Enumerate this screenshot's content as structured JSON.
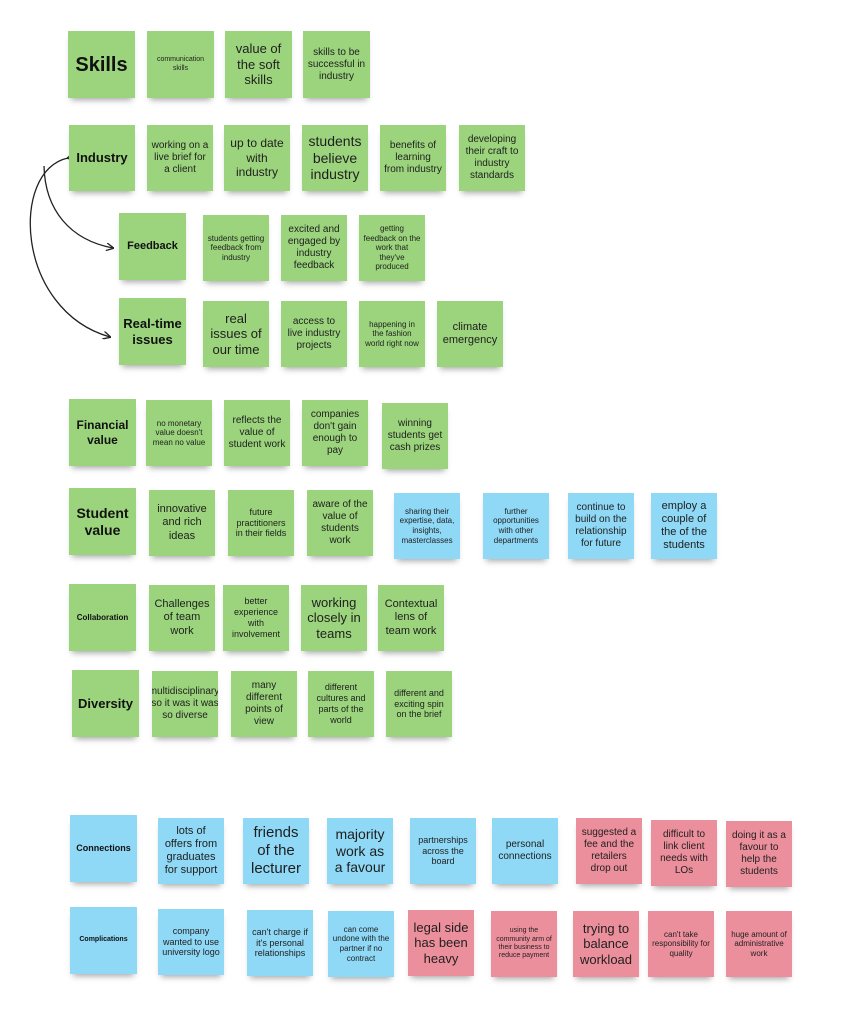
{
  "colors": {
    "green": "#9bd47c",
    "blue": "#8fd8f6",
    "red": "#ec8f9c",
    "arrow": "#222222"
  },
  "skills": {
    "label": "Skills",
    "notes": [
      "communication skills",
      "value of the soft skills",
      "skills to be successful in industry"
    ]
  },
  "industry": {
    "label": "Industry",
    "notes": [
      "working on a live brief for a client",
      "up to date with industry",
      "students believe industry",
      "benefits of learning from industry",
      "developing their craft to industry standards"
    ]
  },
  "feedback": {
    "label": "Feedback",
    "notes": [
      "students getting feedback from industry",
      "excited and engaged by industry feedback",
      "getting feedback on the work that they've produced"
    ]
  },
  "realtime": {
    "label": "Real-time issues",
    "notes": [
      "real issues of our time",
      "access to live industry projects",
      "happening in the fashion world right now",
      "climate emergency"
    ]
  },
  "financial": {
    "label": "Financial value",
    "notes": [
      "no monetary value doesn't mean no value",
      "reflects the value of student work",
      "companies don't gain enough to pay",
      "winning students get cash prizes"
    ]
  },
  "student": {
    "label": "Student value",
    "notes": [
      "innovative and rich ideas",
      "future practitioners in their fields",
      "aware of the value of students work",
      "sharing their expertise, data, insights, masterclasses",
      "further opportunities with other departments",
      "continue to build on the relationship for future",
      "employ a couple of the of the students"
    ]
  },
  "collaboration": {
    "label": "Collaboration",
    "notes": [
      "Challenges of team work",
      "better experience with involvement",
      "working closely in teams",
      "Contextual lens of team work"
    ]
  },
  "diversity": {
    "label": "Diversity",
    "notes": [
      "multidisciplinary, so it was it was so diverse",
      "many different points of view",
      "different cultures and parts of the world",
      "different and exciting spin on the brief"
    ]
  },
  "connections": {
    "label": "Connections",
    "notes": [
      "lots of offers from graduates for support",
      "friends of the lecturer",
      "majority work as a favour",
      "partnerships across the board",
      "personal connections",
      "suggested a fee and the retailers drop out",
      "difficult to link client needs with LOs",
      "doing it as a favour to help the students"
    ]
  },
  "complications": {
    "label": "Complications",
    "notes": [
      "company wanted to use university logo",
      "can't charge if it's personal relationships",
      "can come undone with the partner if no contract",
      "legal side has been heavy",
      "using the community arm of their business to reduce payment",
      "trying to balance workload",
      "can't take responsibility for quality",
      "huge amount of administrative work"
    ]
  }
}
